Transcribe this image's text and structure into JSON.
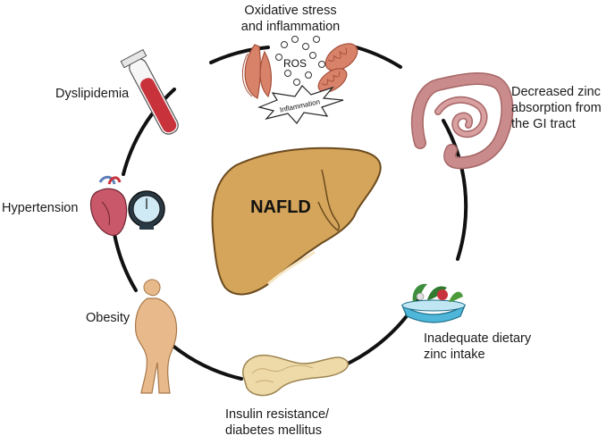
{
  "center_label": "NAFLD",
  "factors": {
    "oxidative_stress": {
      "lines": [
        "Oxidative stress",
        "and inflammation"
      ],
      "ros_label": "ROS",
      "inflammation_label": "Inflammation",
      "icon": "mitochondria-ros-icon"
    },
    "zinc_absorption": {
      "lines": [
        "Decreased zinc",
        "absorption from",
        "the GI tract"
      ],
      "icon": "intestine-icon"
    },
    "dietary_zinc": {
      "lines": [
        "Inadequate dietary",
        "zinc intake"
      ],
      "icon": "food-plate-icon"
    },
    "insulin_resistance": {
      "lines": [
        "Insulin resistance/",
        "diabetes mellitus"
      ],
      "icon": "pancreas-icon"
    },
    "obesity": {
      "lines": [
        "Obesity"
      ],
      "icon": "body-silhouette-icon"
    },
    "hypertension": {
      "lines": [
        "Hypertension"
      ],
      "icon": "heart-gauge-icon"
    },
    "dyslipidemia": {
      "lines": [
        "Dyslipidemia"
      ],
      "icon": "blood-tube-icon"
    }
  },
  "colors": {
    "liver": "#D4A55A",
    "liver_stroke": "#6B4A1E",
    "intestine": "#C98B8B",
    "mitochondria": "#D9826A",
    "blood": "#C8323A",
    "skin": "#E8B98A",
    "pancreas": "#EED9A8",
    "ring": "#111111"
  }
}
